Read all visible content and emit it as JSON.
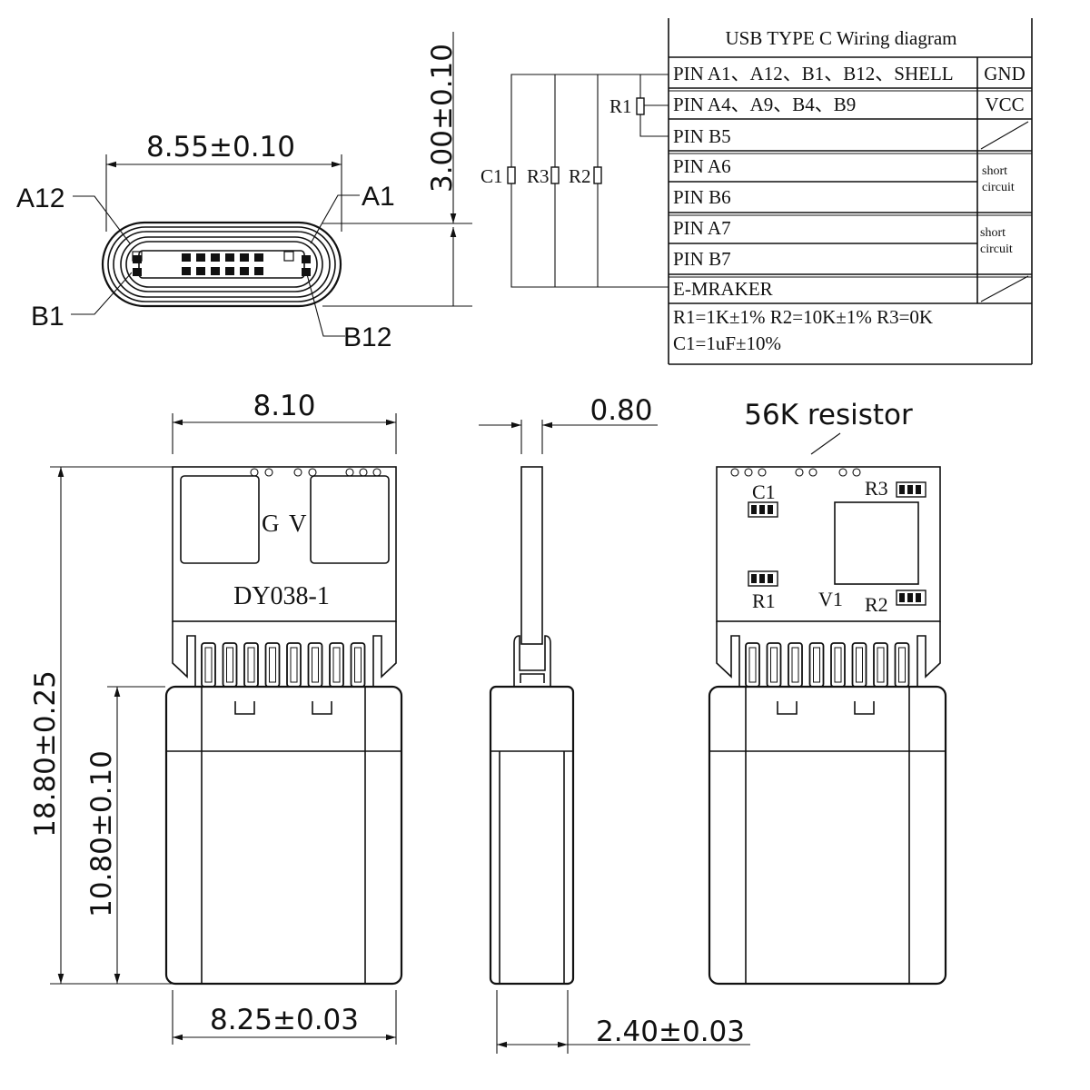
{
  "front_view": {
    "width_dim": "8.55±0.10",
    "height_dim": "3.00±0.10",
    "labels": {
      "a12": "A12",
      "a1": "A1",
      "b1": "B1",
      "b12": "B12"
    }
  },
  "wiring_table": {
    "title": "USB TYPE C Wiring diagram",
    "rows": [
      {
        "pin": "PIN A1、A12、B1、B12、SHELL",
        "conn": "GND"
      },
      {
        "pin": "PIN A4、A9、B4、B9",
        "conn": "VCC"
      },
      {
        "pin": "PIN B5",
        "conn": ""
      },
      {
        "pin": "PIN A6",
        "conn": ""
      },
      {
        "pin": "PIN B6",
        "conn": ""
      },
      {
        "pin": "PIN A7",
        "conn": ""
      },
      {
        "pin": "PIN B7",
        "conn": ""
      },
      {
        "pin": "E-MRAKER",
        "conn": ""
      }
    ],
    "short1": [
      "short",
      "circuit"
    ],
    "short2": [
      "short",
      "circuit"
    ],
    "note1": "R1=1K±1% R2=10K±1% R3=0K",
    "note2": "C1=1uF±10%",
    "components": {
      "r1": "R1",
      "c1": "C1",
      "r3": "R3",
      "r2": "R2"
    }
  },
  "top_view": {
    "width_dim": "8.10",
    "overall_height": "18.80±0.25",
    "shell_height": "10.80±0.10",
    "shell_width": "8.25±0.03",
    "marking_g": "G",
    "marking_v": "V",
    "model": "DY038-1"
  },
  "side_view": {
    "pcb_thickness": "0.80",
    "shell_thickness": "2.40±0.03"
  },
  "bottom_view": {
    "callout": "56K resistor",
    "c1": "C1",
    "r3": "R3",
    "r1": "R1",
    "v1": "V1",
    "r2": "R2"
  }
}
